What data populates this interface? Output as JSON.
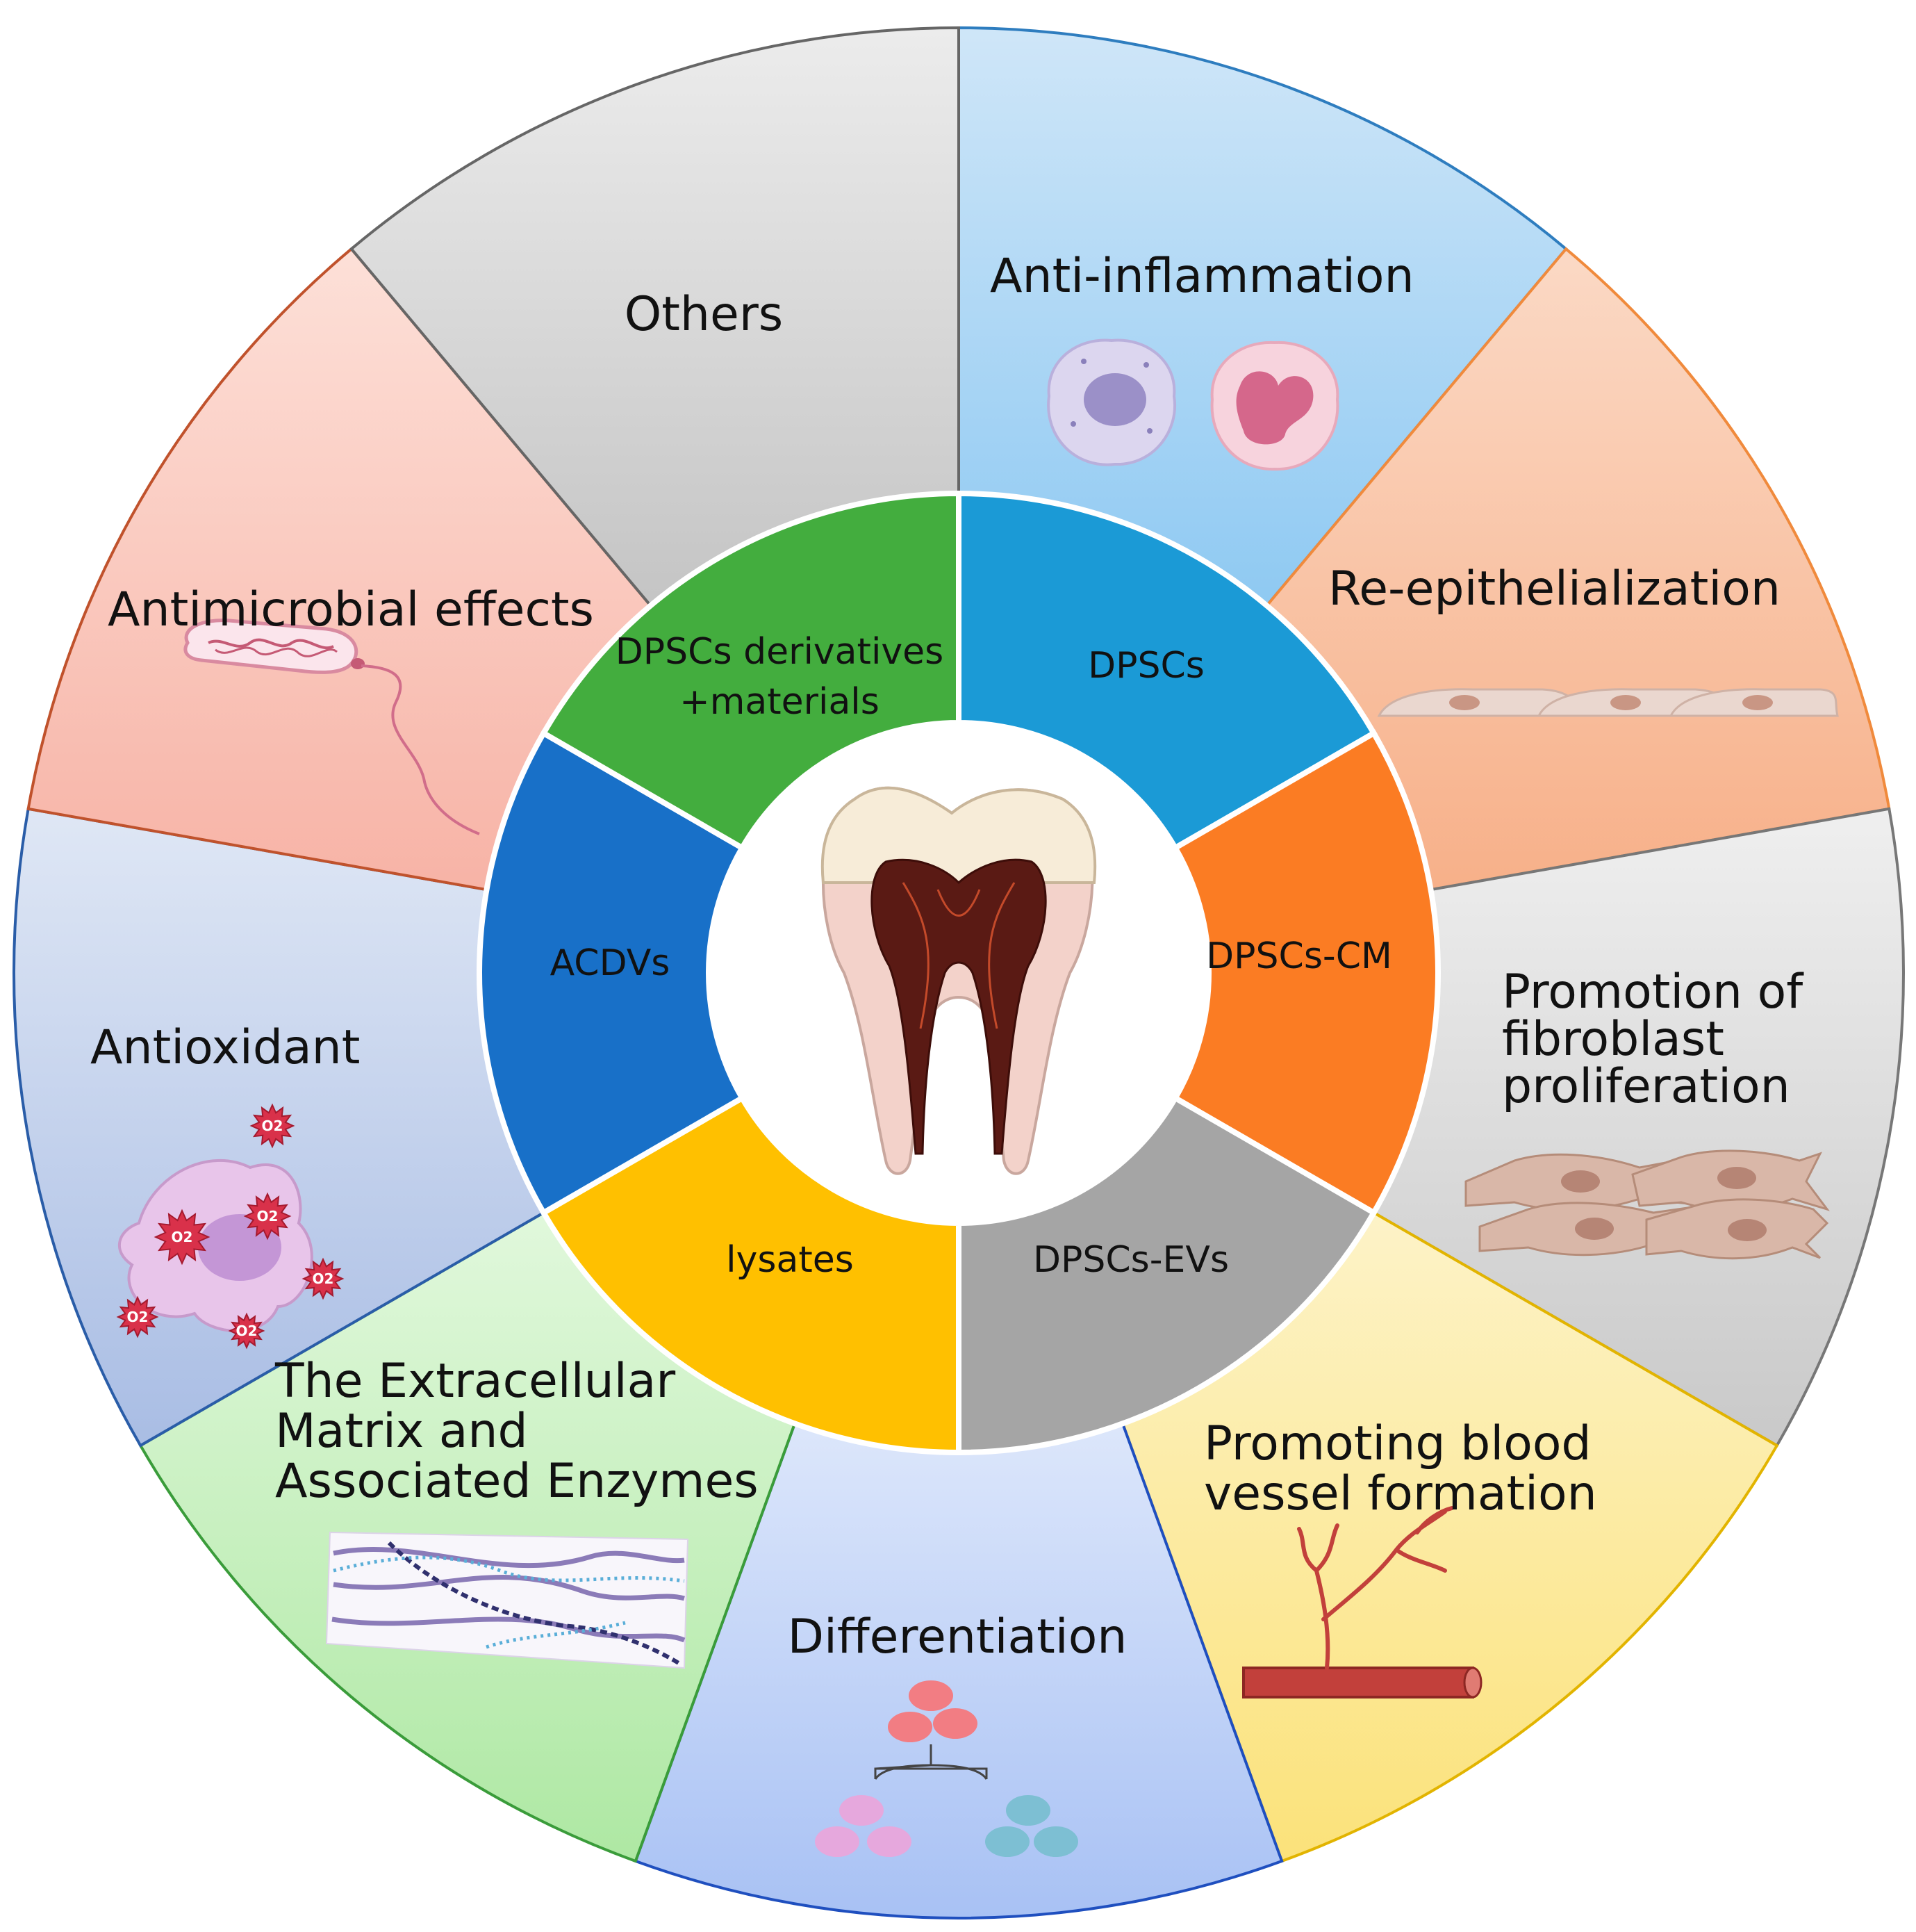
{
  "diagram": {
    "outer_segments": [
      {
        "id": "anti-inflammation",
        "lines": [
          "Anti-inflammation"
        ],
        "colors": [
          "#cfe6f8",
          "#8ec9f2"
        ],
        "stroke": "#2e7dbf"
      },
      {
        "id": "re-epithelialization",
        "lines": [
          "Re-epithelialization"
        ],
        "colors": [
          "#fbd9c5",
          "#f7b089"
        ],
        "stroke": "#f08a3c"
      },
      {
        "id": "fibroblast",
        "lines": [
          "Promotion of",
          "fibroblast",
          "proliferation"
        ],
        "colors": [
          "#efefef",
          "#c9c9c9"
        ],
        "stroke": "#777777"
      },
      {
        "id": "blood-vessel",
        "lines": [
          "Promoting blood",
          "vessel formation"
        ],
        "colors": [
          "#fdf3c8",
          "#fbe27a"
        ],
        "stroke": "#e2b400"
      },
      {
        "id": "differentiation",
        "lines": [
          "Differentiation"
        ],
        "colors": [
          "#dde7fb",
          "#a8c1f4"
        ],
        "stroke": "#1f4fbf"
      },
      {
        "id": "ecm",
        "lines": [
          "The Extracellular",
          "Matrix and",
          "Associated Enzymes"
        ],
        "colors": [
          "#e1f8dc",
          "#aee8a3"
        ],
        "stroke": "#3a9c3a"
      },
      {
        "id": "antioxidant",
        "lines": [
          "Antioxidant"
        ],
        "colors": [
          "#dfe7f5",
          "#a9bde4"
        ],
        "stroke": "#2a5da8"
      },
      {
        "id": "antimicrobial",
        "lines": [
          "Antimicrobial effects"
        ],
        "colors": [
          "#fde0d8",
          "#f7b3a6"
        ],
        "stroke": "#c0522c"
      },
      {
        "id": "others",
        "lines": [
          "Others"
        ],
        "colors": [
          "#ececec",
          "#c4c4c4"
        ],
        "stroke": "#666666"
      }
    ],
    "inner_segments": [
      {
        "id": "dpscs",
        "lines": [
          "DPSCs"
        ],
        "color": "#1b9ad6"
      },
      {
        "id": "dpscs-cm",
        "lines": [
          "DPSCs-CM"
        ],
        "color": "#fb7c23"
      },
      {
        "id": "dpscs-evs",
        "lines": [
          "DPSCs-EVs"
        ],
        "color": "#a5a5a5"
      },
      {
        "id": "lysates",
        "lines": [
          "lysates"
        ],
        "color": "#ffc000"
      },
      {
        "id": "acdvs",
        "lines": [
          "ACDVs"
        ],
        "color": "#1870c8"
      },
      {
        "id": "derivatives",
        "lines": [
          "DPSCs derivatives",
          "+materials"
        ],
        "color": "#43ad3e"
      }
    ],
    "oxygen_label": "O2",
    "center_icon": "tooth-icon"
  }
}
